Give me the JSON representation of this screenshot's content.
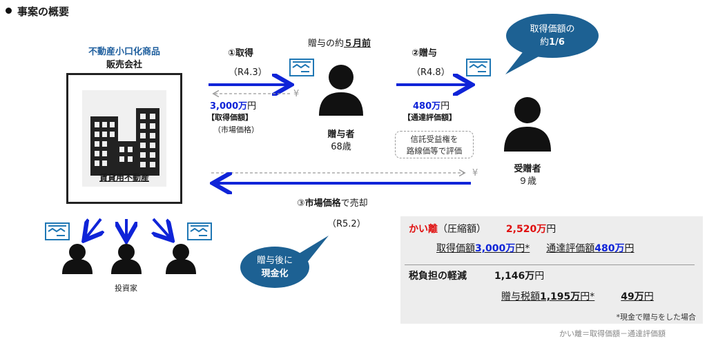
{
  "title": "事案の概要",
  "seller": {
    "line1": "不動産小口化商品",
    "line2": "販売会社",
    "building_label": "賃貸用不動産"
  },
  "step1": {
    "label": "①取得",
    "date": "（R4.3）",
    "yen": "¥",
    "amount": "3,000万",
    "amount_unit": "円",
    "caption": "【取得価額】",
    "sub": "（市場価格）"
  },
  "donor": {
    "timing_prefix": "贈与の約",
    "timing_strong": "５月前",
    "name": "贈与者",
    "age": "68歳"
  },
  "step2": {
    "label": "②贈与",
    "date": "（R4.8）",
    "amount": "480万",
    "amount_unit": "円",
    "caption": "【通達評価額】",
    "note_line1": "信託受益権を",
    "note_line2": "路線価等で評価"
  },
  "bubble_right": {
    "line1": "取得価額の",
    "line2_prefix": "約",
    "line2_strong": "1/6"
  },
  "donee": {
    "name": "受贈者",
    "age": "９歳"
  },
  "step3": {
    "label_prefix": "③",
    "label_strong": "市場価格",
    "label_suffix": "で売却",
    "date": "（R5.2）",
    "yen": "¥"
  },
  "bubble_left": {
    "line1": "贈与後に",
    "line2": "現金化"
  },
  "investors_label": "投資家",
  "panel": {
    "gap_label": "かい離",
    "gap_paren": "（圧縮額）",
    "gap_value": "2,520万",
    "yen": "円",
    "row2_a": "取得価額",
    "row2_b": "3,000万",
    "row2_c": "円*",
    "row2_d": "通達評価額",
    "row2_e": "480万",
    "row2_f": "円",
    "tax_label": "税負担の軽減",
    "tax_value": "1,146万",
    "row4_a": "贈与税額",
    "row4_b": "1,195万",
    "row4_c": "円*",
    "row4_d": "49万",
    "row4_e": "円",
    "note": "*現金で贈与をした場合"
  },
  "footnote": "かい離＝取得価額－通達評価額",
  "colors": {
    "arrow_blue": "#0f24d8",
    "icon_blue": "#1f77b4",
    "bubble": "#1d6193",
    "gap_red": "#e01010"
  }
}
